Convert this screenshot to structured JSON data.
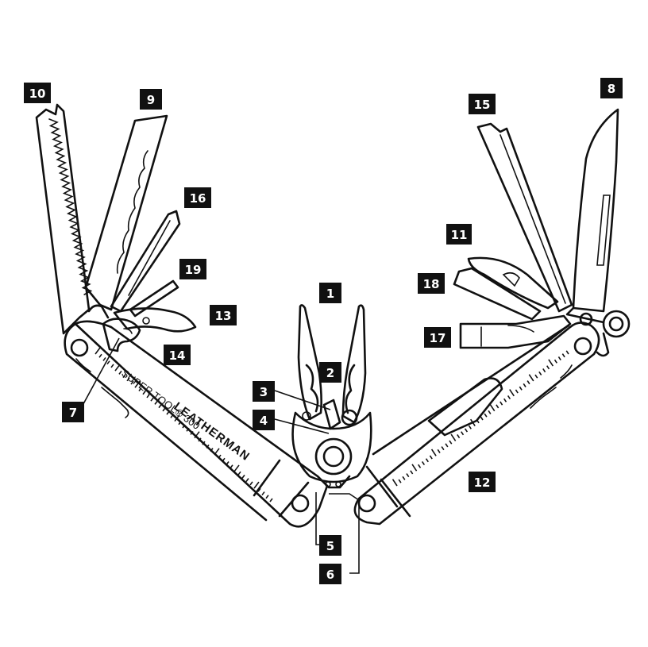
{
  "brand": {
    "name": "LEATHERMAN",
    "model": "SUPER TOOL",
    "model_suffix": "300",
    "registered_mark": "®"
  },
  "callouts": [
    "1",
    "2",
    "3",
    "4",
    "5",
    "6",
    "7",
    "8",
    "9",
    "10",
    "11",
    "12",
    "13",
    "14",
    "15",
    "16",
    "17",
    "18",
    "19"
  ],
  "colors": {
    "line": "#111111",
    "badge": "#111111",
    "badge_text": "#ffffff",
    "background": "#ffffff"
  }
}
